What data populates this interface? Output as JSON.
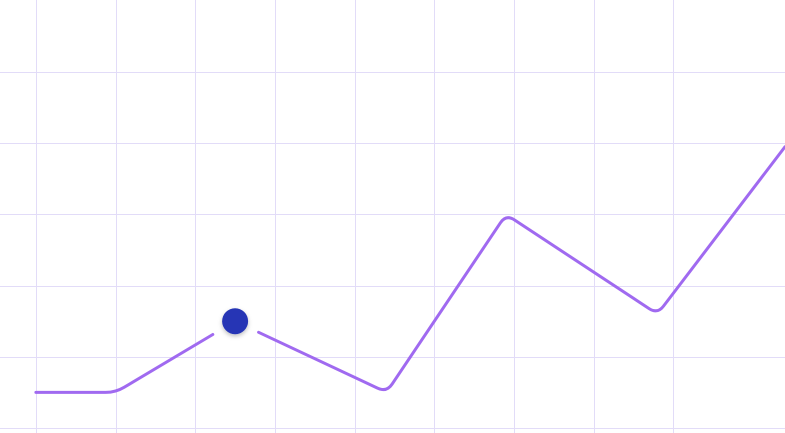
{
  "chart_data": {
    "type": "line",
    "x": [
      0,
      1,
      2,
      3,
      4,
      5,
      6,
      7,
      8
    ],
    "series": [
      {
        "values": [
          0.5,
          0.5,
          1.5,
          0.5,
          3,
          1.6,
          3.95
        ]
      }
    ],
    "points_x": [
      0,
      1,
      2.5,
      4.4,
      5.9,
      7.8,
      9.4
    ],
    "highlight": {
      "x": 2.5,
      "y": 1.5
    },
    "xlim": [
      -0.45,
      9.4
    ],
    "ylim": [
      0,
      5
    ],
    "grid": true,
    "colors": {
      "line": "#a06af0",
      "grid": "#e2dcf8",
      "marker": "#2636b5",
      "background": "#ffffff"
    }
  }
}
